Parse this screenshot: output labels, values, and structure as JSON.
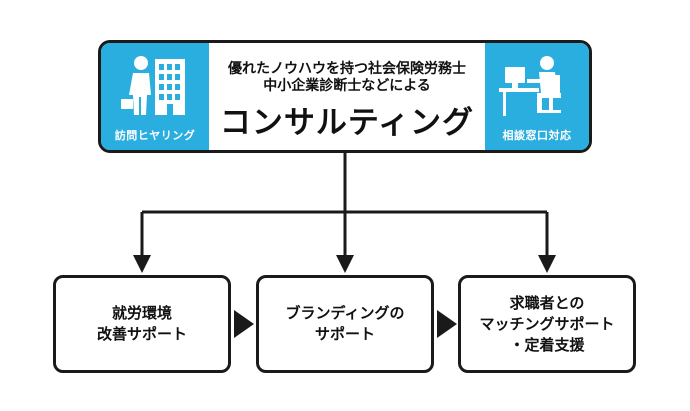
{
  "top": {
    "subtitle_line1": "優れたノウハウを持つ社会保険労務士",
    "subtitle_line2": "中小企業診断士などによる",
    "title": "コンサルティング",
    "left_caption": "訪問ヒヤリング",
    "right_caption": "相談窓口対応",
    "left_icon": "businessman-building-icon",
    "right_icon": "desk-computer-icon"
  },
  "boxes": [
    {
      "text": "就労環境\n改善サポート"
    },
    {
      "text": "ブランディングの\nサポート"
    },
    {
      "text": "求職者との\nマッチングサポート\n・定着支援"
    }
  ],
  "colors": {
    "accent": "#2aaedf",
    "line": "#1a1a1a"
  }
}
